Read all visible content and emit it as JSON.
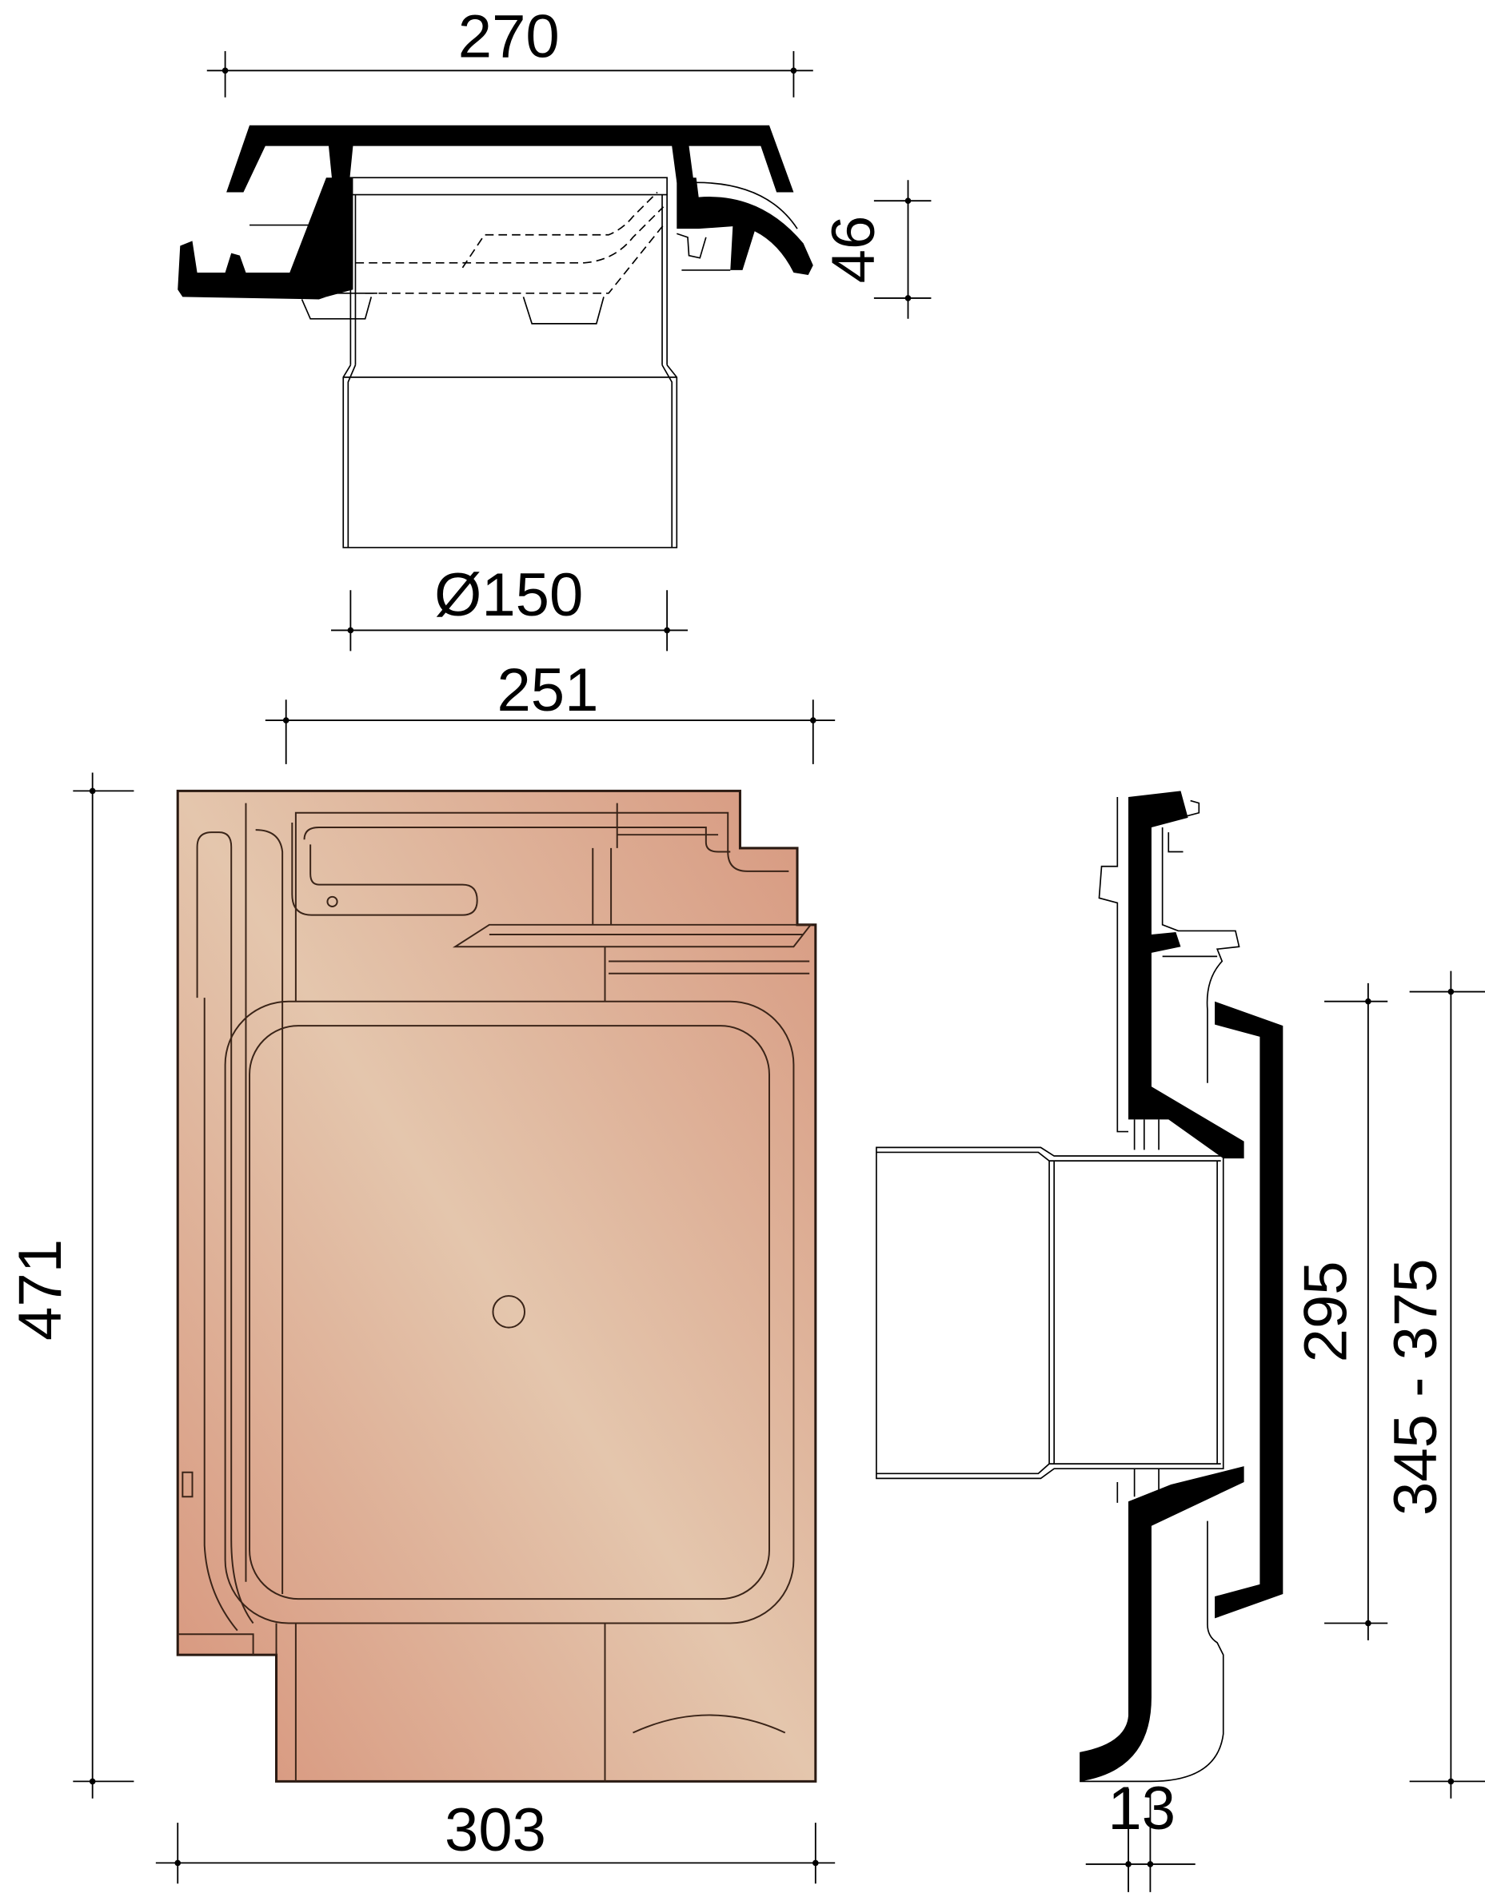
{
  "drawing": {
    "dimensions": {
      "top_width": "270",
      "top_height": "46",
      "pipe_diameter": "Ø150",
      "tile_top_width": "251",
      "tile_height": "471",
      "tile_bottom_width": "303",
      "side_inner_length": "295",
      "side_batten_range": "345 - 375",
      "side_thickness": "13"
    },
    "colors": {
      "tile_light": "#e4c6ad",
      "tile_dark": "#d7987f",
      "outline": "#000000"
    }
  }
}
